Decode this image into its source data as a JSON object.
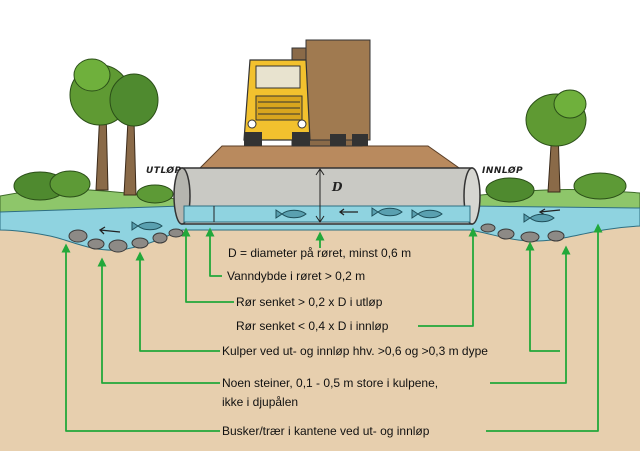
{
  "labels": {
    "outlet": "UTLØP",
    "inlet": "INNLØP",
    "diameter_symbol": "D"
  },
  "annotations": [
    "D = diameter på røret, minst 0,6 m",
    "Vanndybde i røret > 0,2 m",
    "Rør senket > 0,2 x D i utløp",
    "Rør senket < 0,4 x D i innløp",
    "Kulper ved ut- og innløp hhv. >0,6 og >0,3 m dype",
    "Noen steiner, 0,1 - 0,5 m store i kulpene,",
    "ikke i djupålen",
    "Busker/trær i kantene ved ut- og innløp"
  ],
  "colors": {
    "arrow": "#22a83a",
    "water": "#8fd3e0",
    "soil": "#e7cfae",
    "pipe": "#c9c9c4",
    "truck": "#f2c12e"
  }
}
